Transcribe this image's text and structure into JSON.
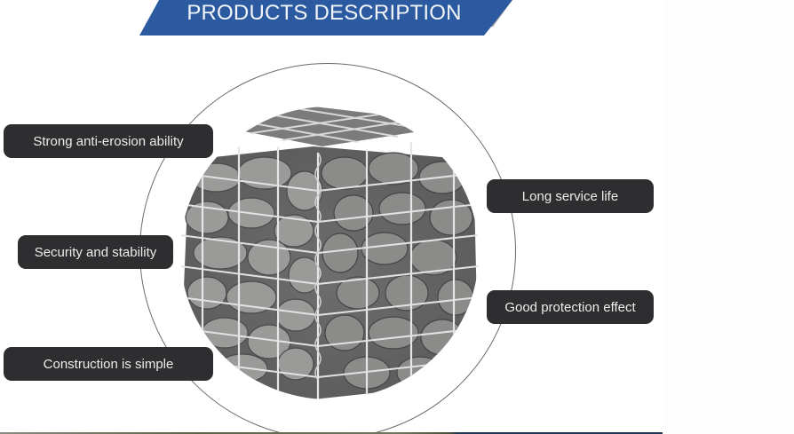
{
  "banner": {
    "title": "PRODUCTS DESCRIPTION",
    "color": "#2b5aa0",
    "shadow_color": "#9a9a9a"
  },
  "product": {
    "image_alt": "Gabion wire mesh basket filled with stones",
    "mesh_color": "#e4e4e4",
    "stone_color": "#8c8c8c"
  },
  "features": {
    "left": [
      {
        "label": "Strong anti-erosion ability"
      },
      {
        "label": "Security and stability"
      },
      {
        "label": "Construction is simple"
      }
    ],
    "right": [
      {
        "label": "Long service life"
      },
      {
        "label": "Good protection effect"
      }
    ]
  },
  "colors": {
    "label_bg": "#2e2e30",
    "label_text": "#ececec",
    "ring": "#6b6b6b"
  }
}
